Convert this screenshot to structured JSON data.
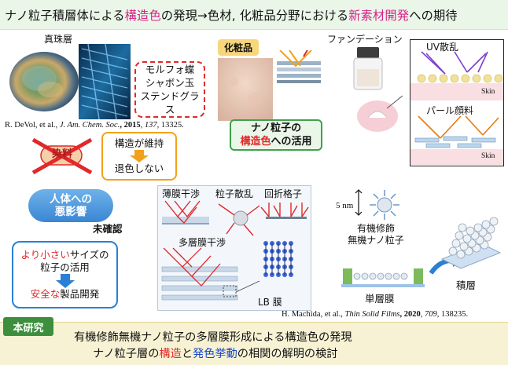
{
  "title": {
    "part1": "ナノ粒子積層体による",
    "part2": "構造色",
    "part3": "の発現→色材, 化粧品分野における",
    "part4": "新素材開発",
    "part5": "への期待"
  },
  "top_left": {
    "pearl_label": "真珠層",
    "examples": [
      "モルフォ蝶",
      "シャボン玉",
      "ステンドグラス"
    ],
    "citation": {
      "authors": "R. DeVol, et al., ",
      "journal": "J. Am. Chem. Soc.",
      "year": ", 2015",
      "volume": ", 137",
      "pages": ", 13325."
    }
  },
  "cosmetics": {
    "label": "化粧品",
    "foundation_label": "ファンデーション",
    "uv_label": "UV散乱",
    "pearl_pigment_label": "パール顔料",
    "skin_label": "Skin",
    "usage_line1": "ナノ粒子の",
    "usage_red": "構造色",
    "usage_rest": "への活用"
  },
  "dye": {
    "label": "染料",
    "structure_maintained": "構造が維持",
    "no_fading": "退色しない"
  },
  "health": {
    "line1": "人体への",
    "line2": "悪影響",
    "unconfirmed": "未確認"
  },
  "smaller": {
    "red_text": "より小さい",
    "line1_rest": "サイズの",
    "line2": "粒子の活用",
    "safe_red": "安全な",
    "safe_rest": "製品開発"
  },
  "optics": {
    "thin_film": "薄膜干渉",
    "scattering": "粒子散乱",
    "grating": "回折格子",
    "multilayer": "多層膜干渉",
    "lb_film": "LB 膜"
  },
  "nano": {
    "scale": "5 nm",
    "line1": "有機修飾",
    "line2": "無機ナノ粒子",
    "monolayer": "単層膜",
    "stacked": "積層",
    "citation": {
      "authors": "H. Machida, et al., ",
      "journal": "Thin Solid Films",
      "year": ", 2020",
      "volume": ", 709",
      "pages": ", 138235."
    }
  },
  "bottom": {
    "tag": "本研究",
    "line1": "有機修飾無機ナノ粒子の多層膜形成による構造色の発現",
    "line2_a": "ナノ粒子層の",
    "line2_red": "構造",
    "line2_b": "と",
    "line2_blue": "発色挙動",
    "line2_c": "の相関の解明の検討"
  },
  "colors": {
    "red": "#e0292a",
    "blue": "#1747c8",
    "green_bg": "#eaf6e8"
  }
}
